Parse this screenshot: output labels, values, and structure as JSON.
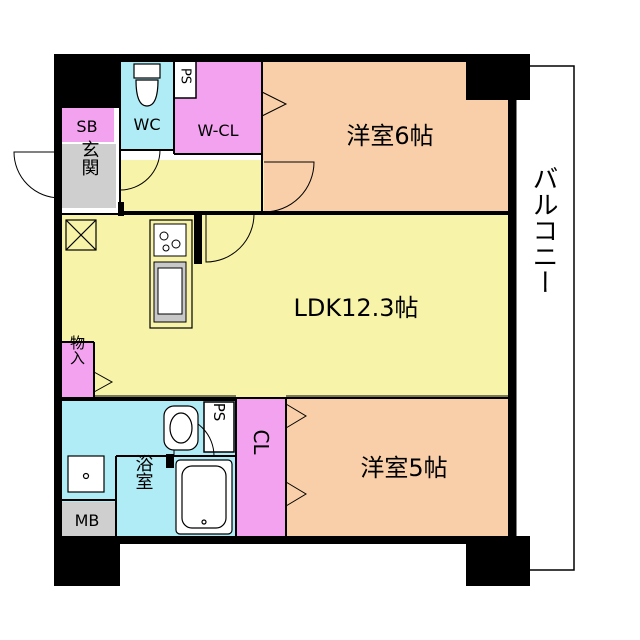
{
  "rooms": {
    "western_6": "洋室6帖",
    "ldk": "LDK12.3帖",
    "western_5": "洋室5帖",
    "balcony": "バルコニー",
    "wc": "WC",
    "wcl": "W-CL",
    "sb": "SB",
    "entrance": "玄関",
    "ps_top": "PS",
    "ps_mid": "PS",
    "storage": "物入",
    "cl": "CL",
    "bath": "浴室",
    "mb": "MB"
  },
  "colors": {
    "orange": "#f8cfa8",
    "yellow": "#f7f3a8",
    "cyan": "#b0ecf5",
    "pink": "#f3a2f0",
    "wall": "#000000",
    "sink_gray": "#c8c8c8"
  }
}
